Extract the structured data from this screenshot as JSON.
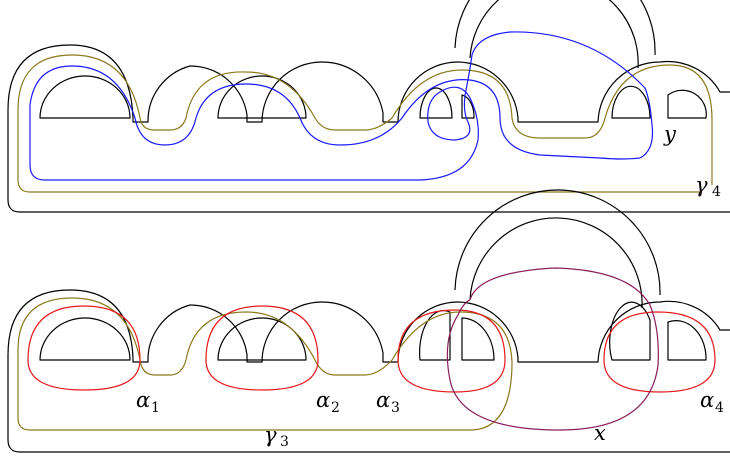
{
  "labels": {
    "top": {
      "y": "y",
      "gamma": "γ",
      "gamma_sub": "4"
    },
    "bottom": {
      "alpha": "α",
      "a1": "1",
      "a2": "2",
      "a3": "3",
      "a4": "4",
      "gamma": "γ",
      "gamma_sub": "3",
      "x": "x"
    }
  },
  "colors": {
    "surface": "#000000",
    "blue_curve": "#1a1aff",
    "olive_curve": "#8b7a1e",
    "red_curve": "#e61a1a",
    "plum_curve": "#8a1e5a"
  }
}
